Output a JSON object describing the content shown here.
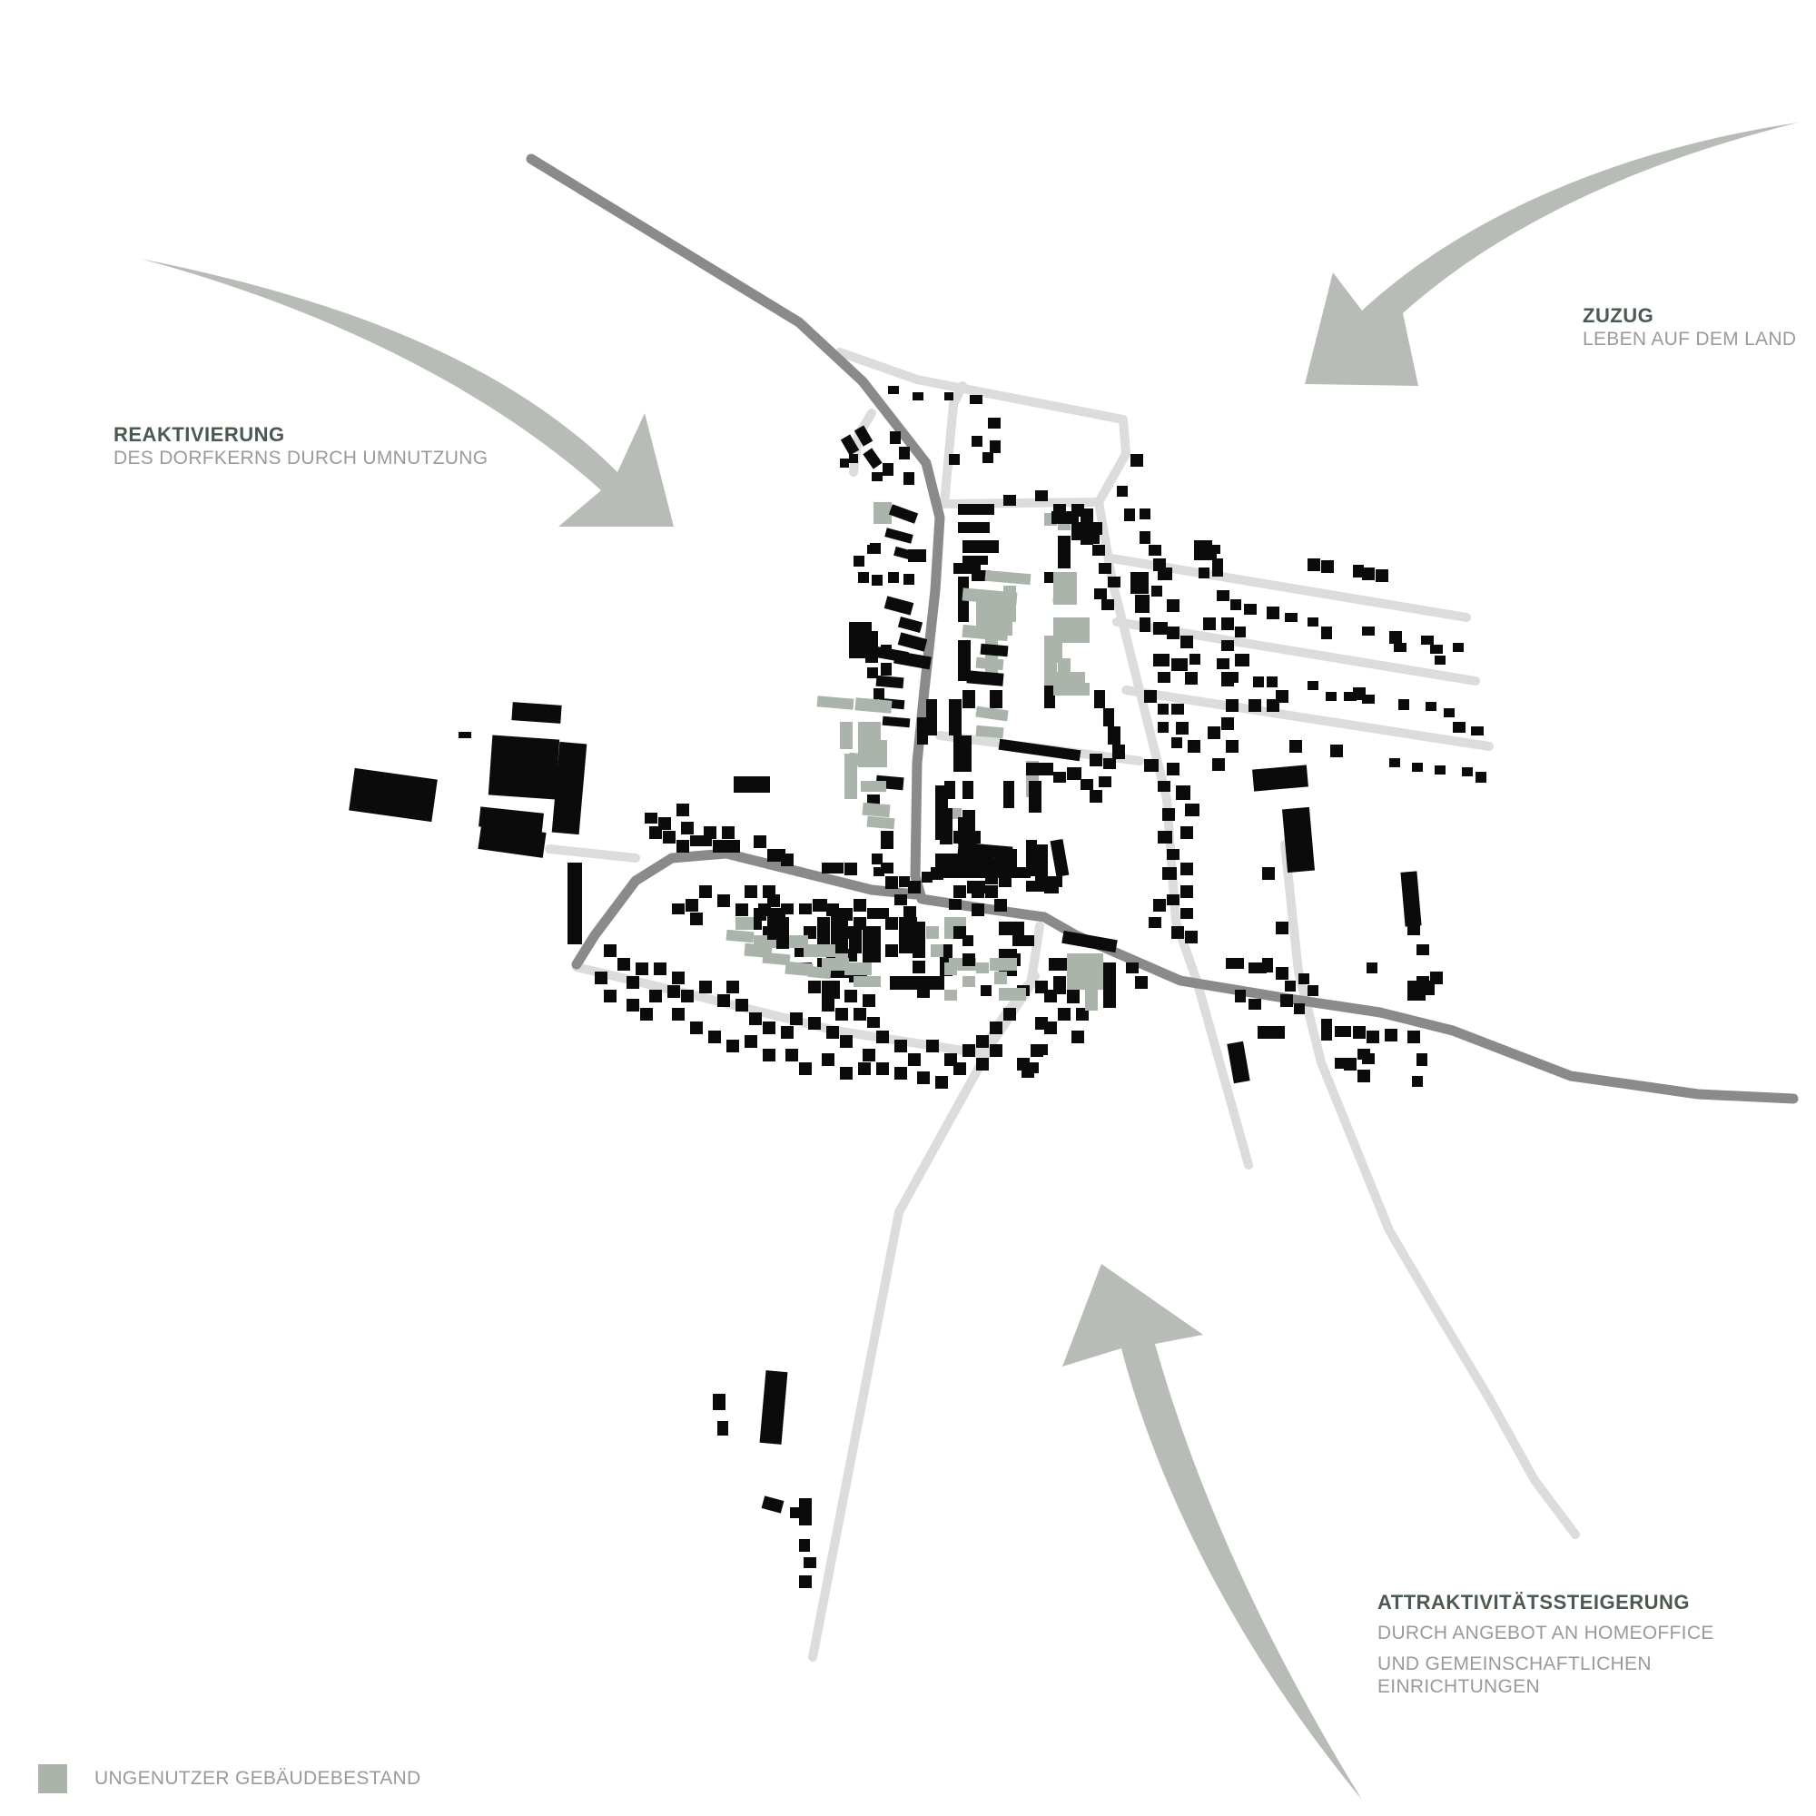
{
  "colors": {
    "arrow": "#b7bdb6",
    "main_road": "#8a8a8a",
    "minor_road": "#dcdcdc",
    "building": "#0b0b0b",
    "unused_building": "#abb4ab",
    "title_text": "#4a5a4e",
    "sub_text": "#9a9a9a"
  },
  "labels": {
    "reaktivierung": {
      "title": "REAKTIVIERUNG",
      "sub": "DES DORFKERNS DURCH UMNUTZUNG"
    },
    "zuzug": {
      "title": "ZUZUG",
      "sub": "LEBEN AUF DEM LAND"
    },
    "attraktiv": {
      "title": "ATTRAKTIVITÄTSSTEIGERUNG",
      "sub1": "DURCH ANGEBOT AN HOMEOFFICE",
      "sub2": "UND GEMEINSCHAFTLICHEN EINRICHTUNGEN"
    }
  },
  "legend": {
    "label": "UNGENUTZER GEBÄUDEBESTAND",
    "icon": "square-swatch"
  },
  "arrows": [
    {
      "name": "arrow-reaktivierung",
      "direction": "toward-village-core"
    },
    {
      "name": "arrow-zuzug",
      "direction": "toward-village"
    },
    {
      "name": "arrow-attraktiv",
      "direction": "toward-village"
    }
  ]
}
